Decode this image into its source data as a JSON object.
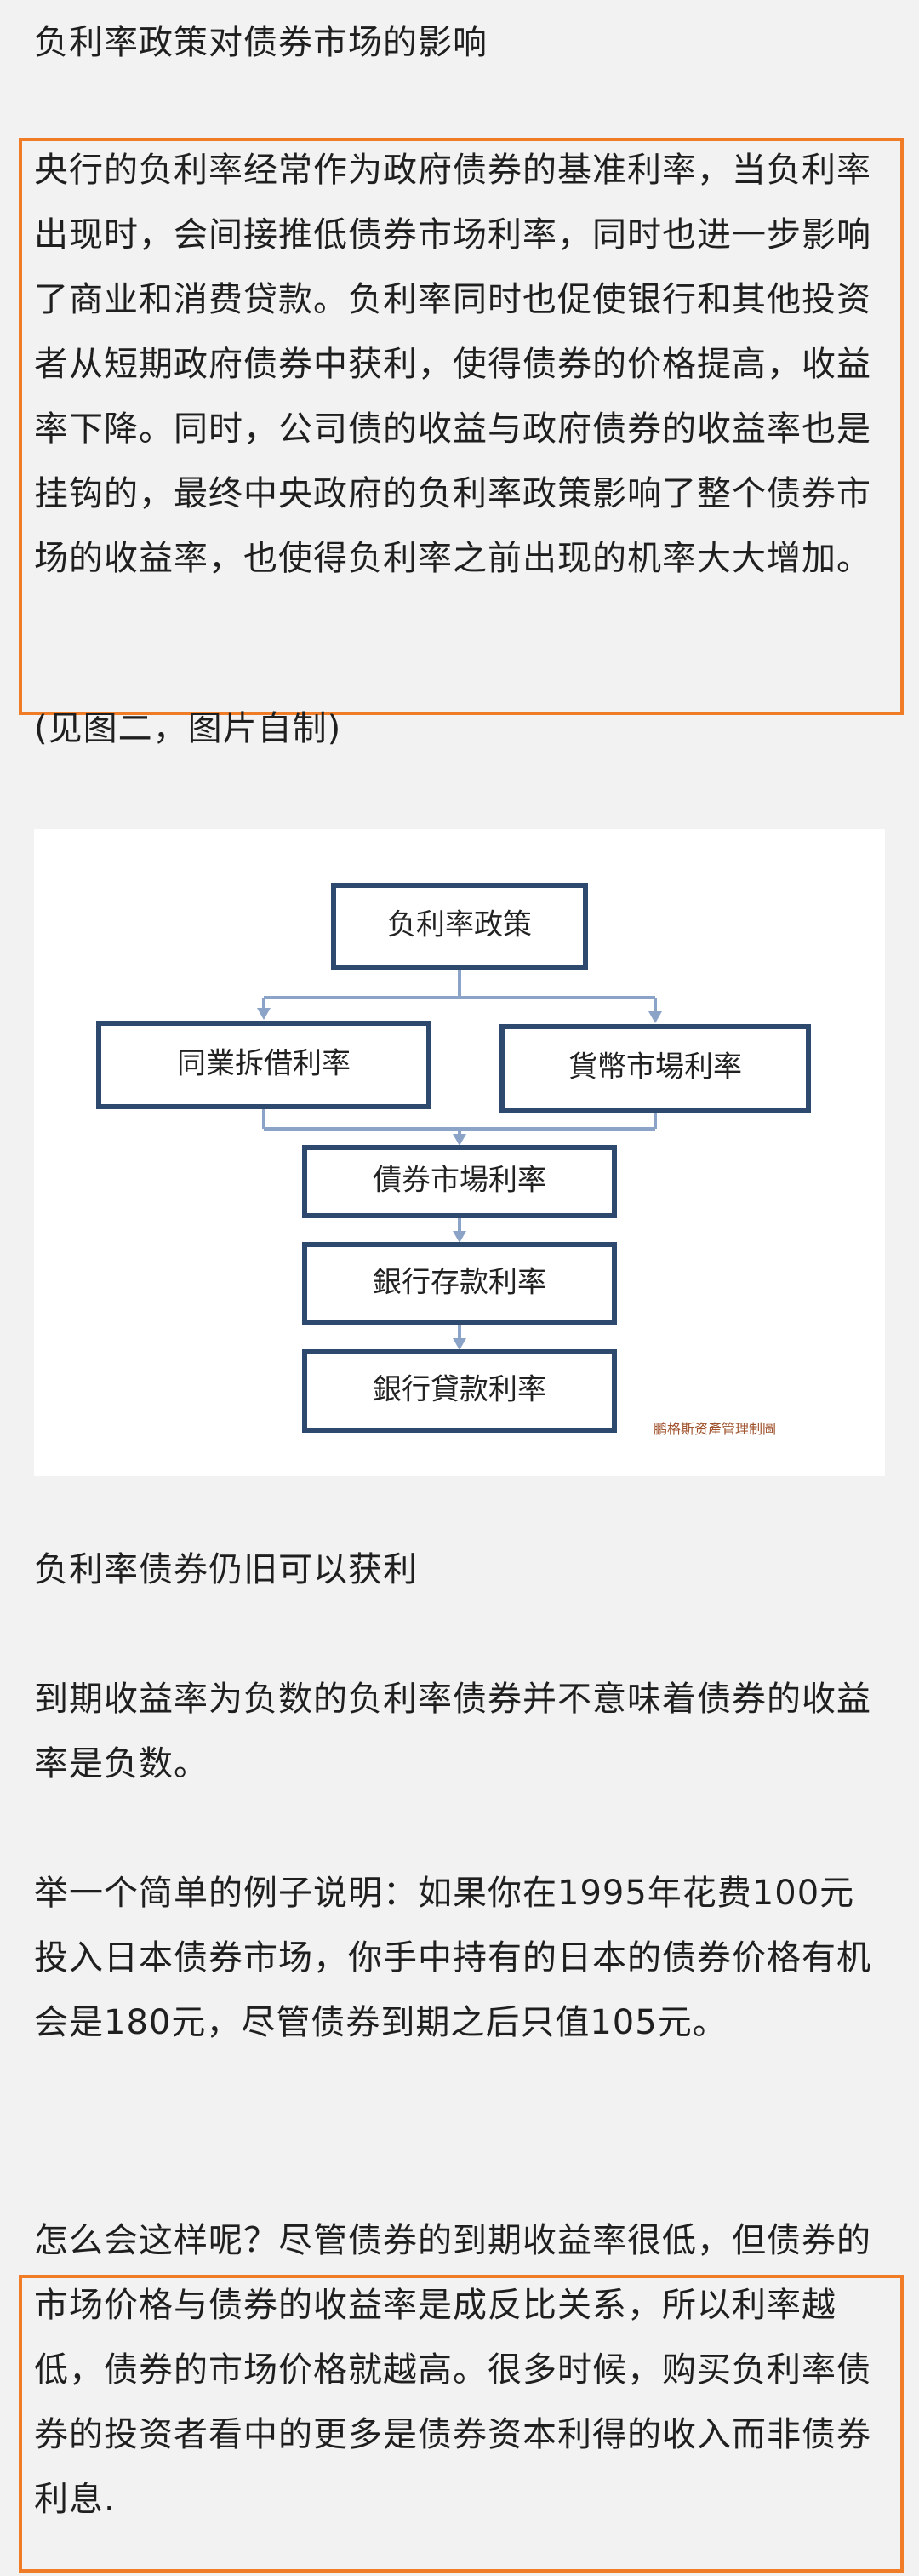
{
  "heading_1": "负利率政策对债券市场的影响",
  "paragraph_1": "央行的负利率经常作为政府债券的基准利率，当负利率出现时，会间接推低债券市场利率，同时也进一步影响了商业和消费贷款。负利率同时也促使银行和其他投资者从短期政府债券中获利，使得债券的价格提高，收益率下降。同时，公司债的收益与政府债券的收益率也是挂钩的，最终中央政府的负利率政策影响了整个债券市场的收益率，也使得负利率之前出现的机率大大增加。",
  "figure_caption": "(见图二，图片自制)",
  "diagram": {
    "nodes": {
      "policy": "负利率政策",
      "interbank": "同業拆借利率",
      "money_market": "貨幣市場利率",
      "bond_market": "債券市場利率",
      "deposit": "銀行存款利率",
      "loan": "銀行貸款利率"
    },
    "credit": "鹏格斯资產管理制圖"
  },
  "heading_2": "负利率债券仍旧可以获利",
  "paragraph_2": "到期收益率为负数的负利率债券并不意味着债券的收益率是负数。",
  "paragraph_3": "举一个简单的例子说明：如果你在1995年花费100元投入日本债券市场，你手中持有的日本的债券价格有机会是180元，尽管债券到期之后只值105元。",
  "paragraph_4": "怎么会这样呢？尽管债券的到期收益率很低，但债券的市场价格与债券的收益率是成反比关系，所以利率越低，债券的市场价格就越高。很多时候，购买负利率债券的投资者看中的更多是债券资本利得的收入而非债券利息."
}
